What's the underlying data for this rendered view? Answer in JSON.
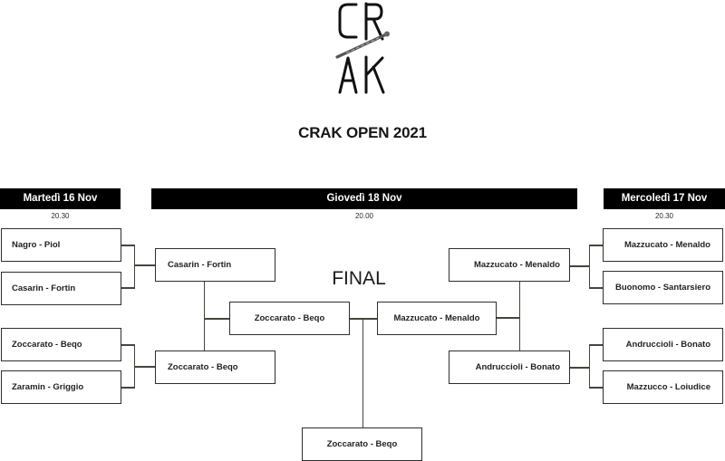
{
  "logo": {
    "alt": "CRAK",
    "icon": "cue-stick-icon"
  },
  "title": "CRAK OPEN 2021",
  "days": {
    "left": {
      "label": "Martedì 16 Nov",
      "time": "20.30"
    },
    "center": {
      "label": "Giovedì 18 Nov",
      "time": "20.00"
    },
    "right": {
      "label": "Mercoledì 17 Nov",
      "time": "20.30"
    }
  },
  "final_label": "FINAL",
  "bracket": {
    "left_round1": [
      "Nagro - Piol",
      "Casarin - Fortin",
      "Zoccarato - Beqo",
      "Zaramin - Griggio"
    ],
    "left_semis": [
      "Casarin - Fortin",
      "Zoccarato - Beqo"
    ],
    "right_round1": [
      "Mazzucato - Menaldo",
      "Buonomo - Santarsiero",
      "Andruccioli - Bonato",
      "Mazzucco - Loiudice"
    ],
    "right_semis": [
      "Mazzucato - Menaldo",
      "Andruccioli - Bonato"
    ],
    "final": [
      "Zoccarato - Beqo",
      "Mazzucato - Menaldo"
    ],
    "winner": "Zoccarato - Beqo"
  },
  "colors": {
    "header_bg": "#000000",
    "header_text": "#ffffff",
    "box_border": "#2c302d",
    "connector": "#45453a"
  }
}
